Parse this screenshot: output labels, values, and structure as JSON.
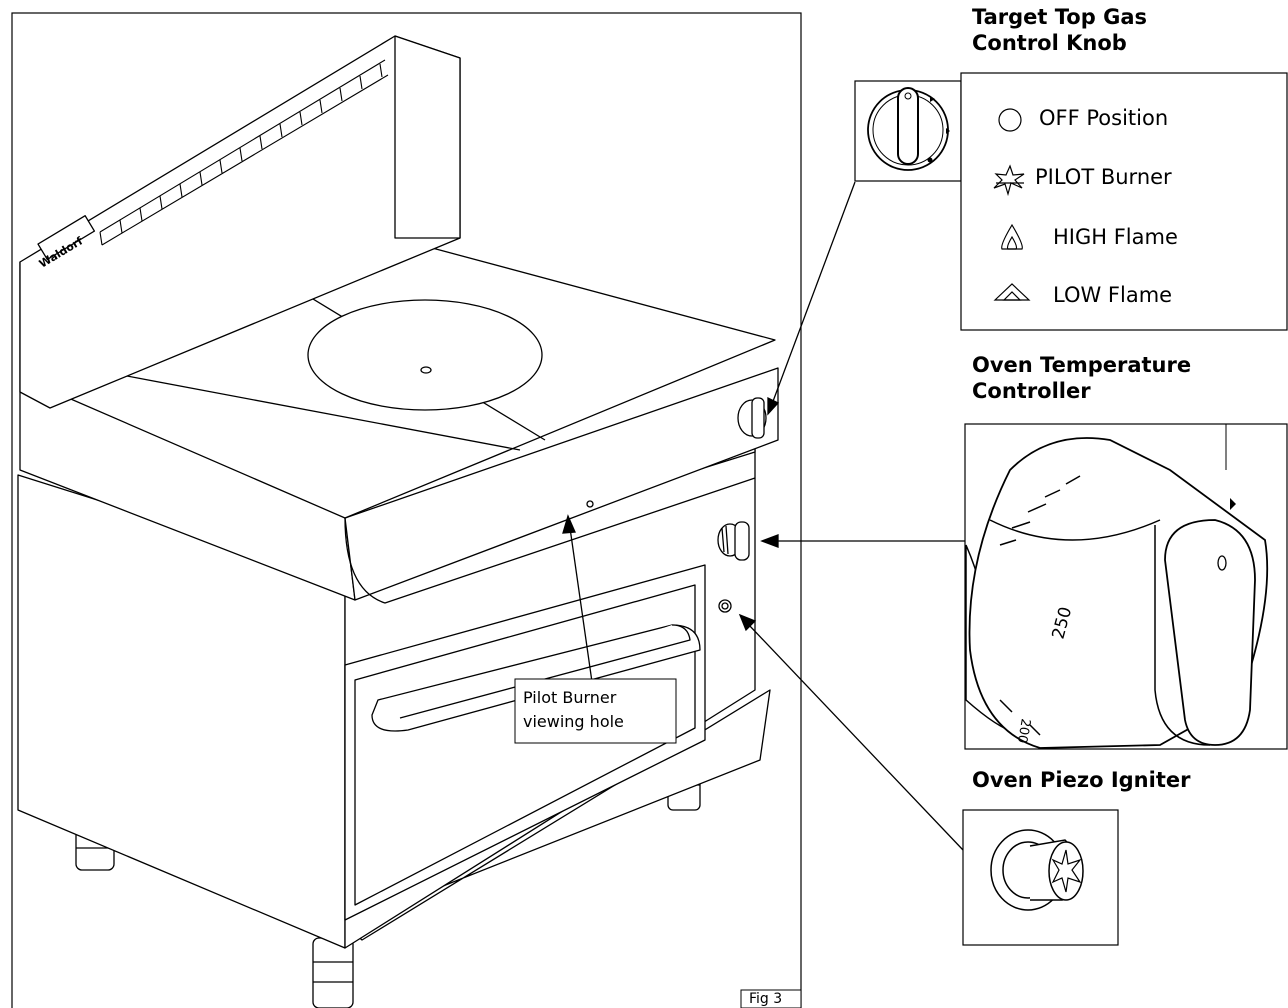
{
  "headings": {
    "gas_knob": [
      "Target Top Gas",
      "Control Knob"
    ],
    "oven_temp": [
      "Oven Temperature",
      "Controller"
    ],
    "piezo": "Oven Piezo Igniter"
  },
  "legend": [
    {
      "symbol": "off-circle-icon",
      "label": "OFF Position"
    },
    {
      "symbol": "pilot-star-icon",
      "label": "PILOT Burner"
    },
    {
      "symbol": "high-flame-icon",
      "label": "HIGH Flame"
    },
    {
      "symbol": "low-flame-icon",
      "label": "LOW Flame"
    }
  ],
  "callout": [
    "Pilot Burner",
    "viewing hole"
  ],
  "dial_labels": [
    "250",
    "200"
  ],
  "brand_badge": "Waldorf",
  "figure_label": "Fig 3"
}
